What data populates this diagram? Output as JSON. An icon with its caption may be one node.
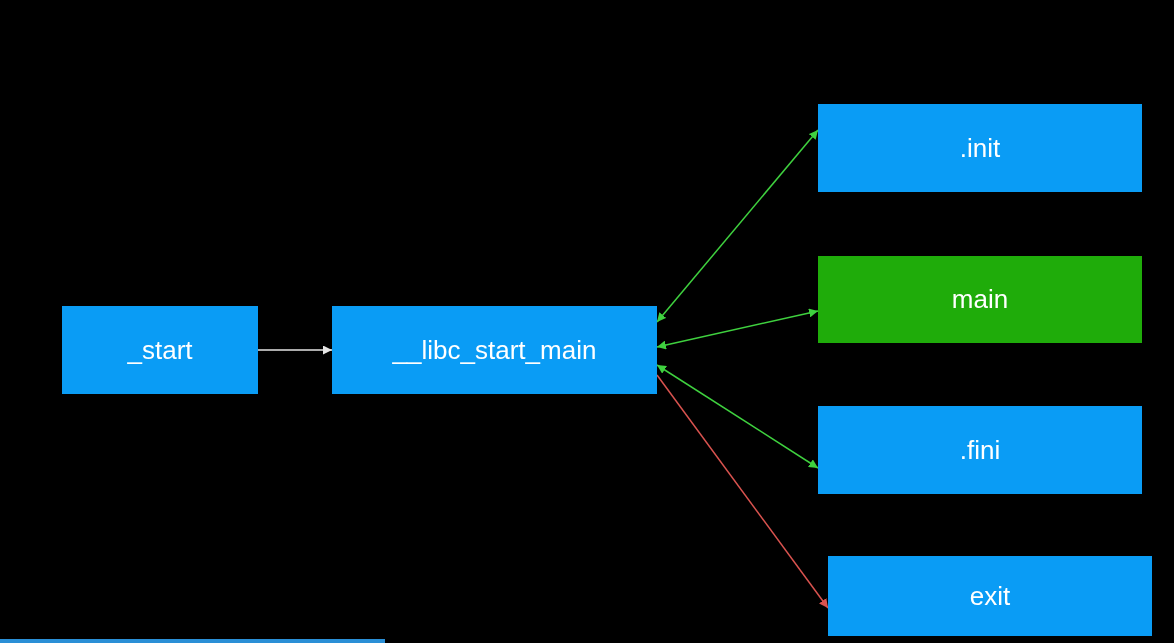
{
  "diagram": {
    "nodes": [
      {
        "text": [
          "_start"
        ]
      },
      {
        "text": [
          "__libc_start_main"
        ]
      },
      {
        "text": [
          ".init"
        ]
      },
      {
        "text": [
          "main"
        ]
      },
      {
        "text": [
          ".fini"
        ]
      },
      {
        "text": [
          "exit"
        ]
      }
    ],
    "edges": [
      {
        "from": 0,
        "to": 1,
        "arrow": "to",
        "color": "#e6e6e6"
      },
      {
        "from": 1,
        "to": 2,
        "arrow": "both"
      },
      {
        "from": 1,
        "to": 3,
        "arrow": "both"
      },
      {
        "from": 1,
        "to": 4,
        "arrow": "both"
      },
      {
        "from": 1,
        "to": 5,
        "arrow": "to",
        "color": "#d9534f"
      }
    ]
  }
}
